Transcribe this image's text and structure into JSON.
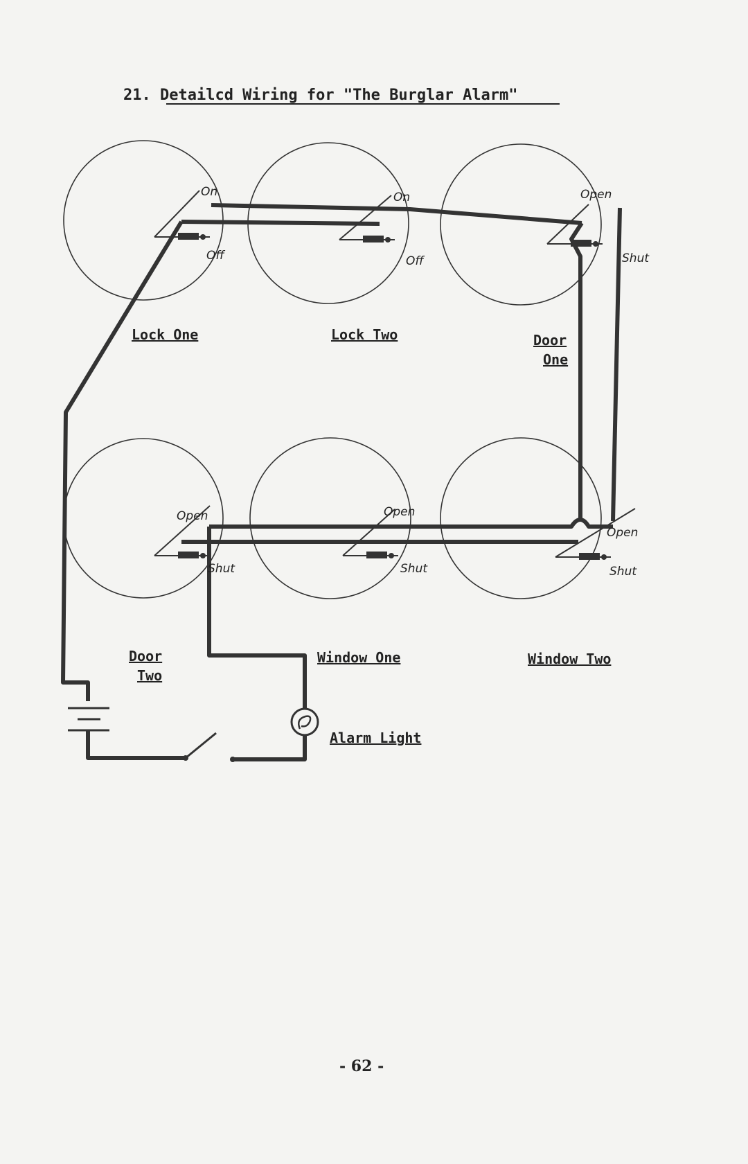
{
  "title": "21. Detailcd Wiring for \"The Burglar Alarm\"",
  "switches": [
    {
      "name": "Lock One",
      "on": "On",
      "off": "Off"
    },
    {
      "name": "Lock Two",
      "on": "On",
      "off": "Off"
    },
    {
      "name_line1": "Door",
      "name_line2": "One",
      "on": "Open",
      "off": "Shut"
    },
    {
      "name_line1": "Door",
      "name_line2": "Two",
      "on": "Open",
      "off": "Shut"
    },
    {
      "name": "Window One",
      "on": "Open",
      "off": "Shut"
    },
    {
      "name": "Window Two",
      "on": "Open",
      "off": "Shut"
    }
  ],
  "alarm_light": "Alarm Light",
  "page_number": "- 62 -"
}
